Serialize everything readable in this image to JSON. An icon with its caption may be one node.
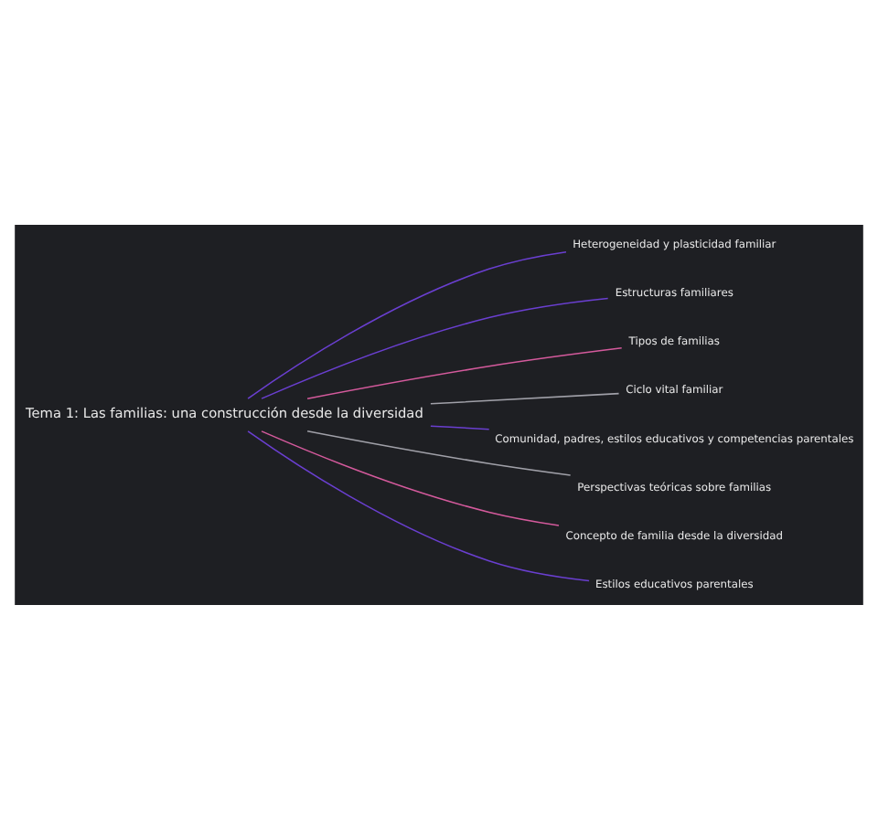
{
  "diagram": {
    "nodes": [
      {
        "text": [
          "Tema 1: Las familias: una construcción desde la diversidad"
        ]
      },
      {
        "text": [
          "Heterogeneidad y plasticidad familiar"
        ]
      },
      {
        "text": [
          "Estructuras familiares"
        ]
      },
      {
        "text": [
          "Tipos de familias"
        ]
      },
      {
        "text": [
          "Ciclo vital familiar"
        ]
      },
      {
        "text": [
          "Comunidad, padres, estilos educativos y competencias parentales"
        ]
      },
      {
        "text": [
          "Perspectivas teóricas sobre familias"
        ]
      },
      {
        "text": [
          "Concepto de familia desde la diversidad"
        ]
      },
      {
        "text": [
          "Estilos educativos parentales"
        ]
      }
    ],
    "edges": [
      {
        "from": 0,
        "to": 1,
        "arrow": "none"
      },
      {
        "from": 0,
        "to": 2,
        "arrow": "none"
      },
      {
        "from": 0,
        "to": 3,
        "arrow": "none",
        "color": "#d45a9c"
      },
      {
        "from": 0,
        "to": 4,
        "arrow": "none",
        "color": "#a0a0a8"
      },
      {
        "from": 0,
        "to": 5,
        "arrow": "none"
      },
      {
        "from": 0,
        "to": 6,
        "arrow": "none",
        "color": "#a0a0a8"
      },
      {
        "from": 0,
        "to": 7,
        "arrow": "none",
        "color": "#d45a9c"
      },
      {
        "from": 0,
        "to": 8,
        "arrow": "none"
      }
    ]
  }
}
